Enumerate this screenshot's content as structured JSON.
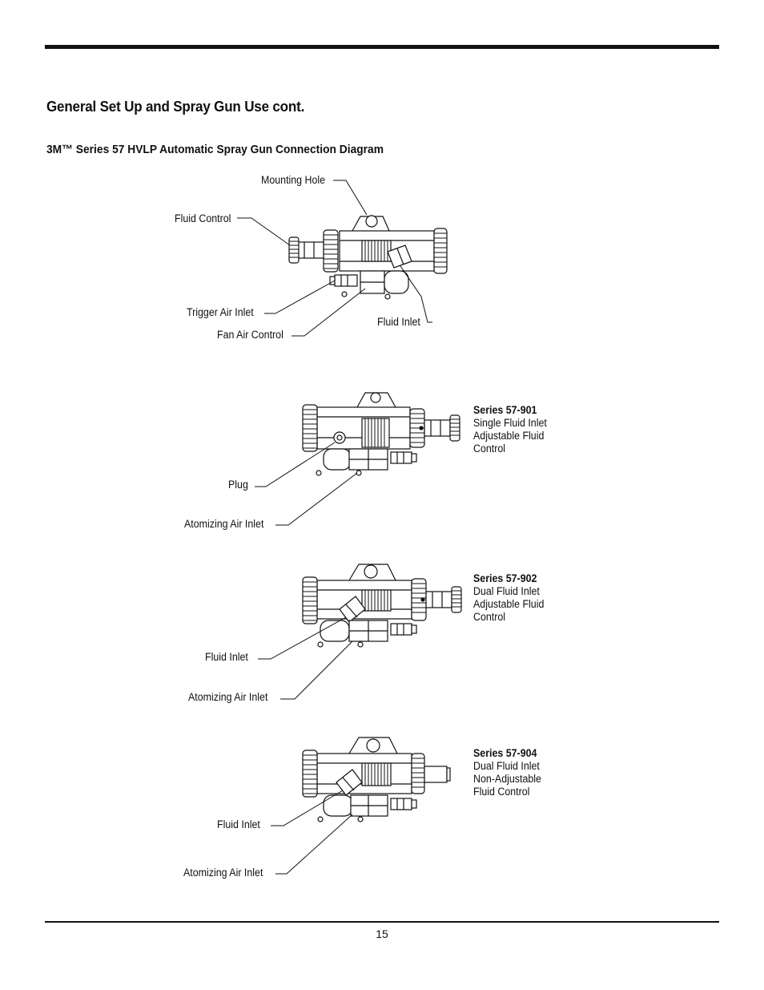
{
  "header": {
    "section_title": "General Set Up and Spray Gun Use cont.",
    "diagram_title": "3M™ Series 57 HVLP Automatic Spray Gun Connection Diagram"
  },
  "diagram_main": {
    "labels": {
      "mounting_hole": "Mounting Hole",
      "fluid_control": "Fluid Control",
      "trigger_air_inlet": "Trigger Air Inlet",
      "fan_air_control": "Fan Air Control",
      "fluid_inlet": "Fluid Inlet"
    }
  },
  "series": [
    {
      "name": "Series 57-901",
      "lines": [
        "Single Fluid Inlet",
        "Adjustable Fluid",
        "Control"
      ],
      "labels": {
        "a": "Plug",
        "b": "Atomizing Air Inlet"
      }
    },
    {
      "name": "Series 57-902",
      "lines": [
        "Dual Fluid Inlet",
        "Adjustable Fluid",
        "Control"
      ],
      "labels": {
        "a": "Fluid Inlet",
        "b": "Atomizing Air Inlet"
      }
    },
    {
      "name": "Series 57-904",
      "lines": [
        "Dual Fluid Inlet",
        "Non-Adjustable",
        "Fluid Control"
      ],
      "labels": {
        "a": "Fluid Inlet",
        "b": "Atomizing Air Inlet"
      }
    }
  ],
  "footer": {
    "page_number": "15"
  }
}
